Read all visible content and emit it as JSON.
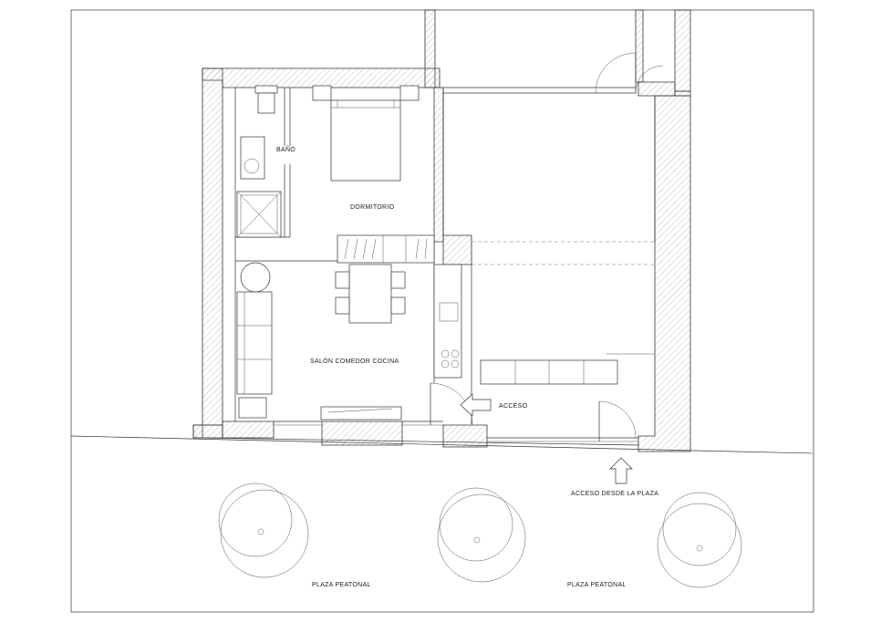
{
  "rooms": {
    "bathroom": "BAÑO",
    "bedroom": "DORMITORIO",
    "living": "SALÓN COMEDOR COCINA"
  },
  "access": {
    "entrance": "ACCESO",
    "from_square": "ACCESO DESDE LA PLAZA"
  },
  "square": {
    "left_label": "PLAZA PEATONAL",
    "right_label": "PLAZA PEATONAL"
  }
}
